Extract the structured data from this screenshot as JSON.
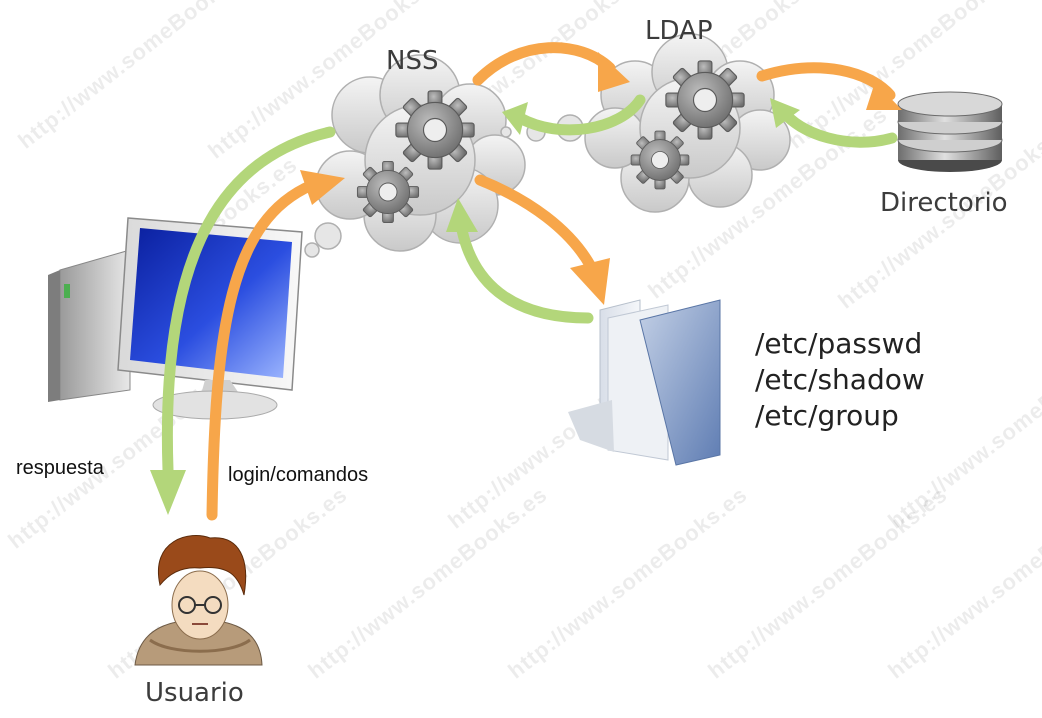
{
  "nodes": {
    "nss": "NSS",
    "ldap": "LDAP",
    "directorio": "Directorio",
    "usuario": "Usuario"
  },
  "files": [
    "/etc/passwd",
    "/etc/shadow",
    "/etc/group"
  ],
  "edges": {
    "respuesta": "respuesta",
    "login": "login/comandos"
  },
  "watermark": "http://www.someBooks.es",
  "colors": {
    "request_arrow": "#f7a64a",
    "response_arrow": "#b3d67a",
    "cloud": "#d9d9d9",
    "gear": "#8c8c8c",
    "label": "#3c3c3c"
  }
}
